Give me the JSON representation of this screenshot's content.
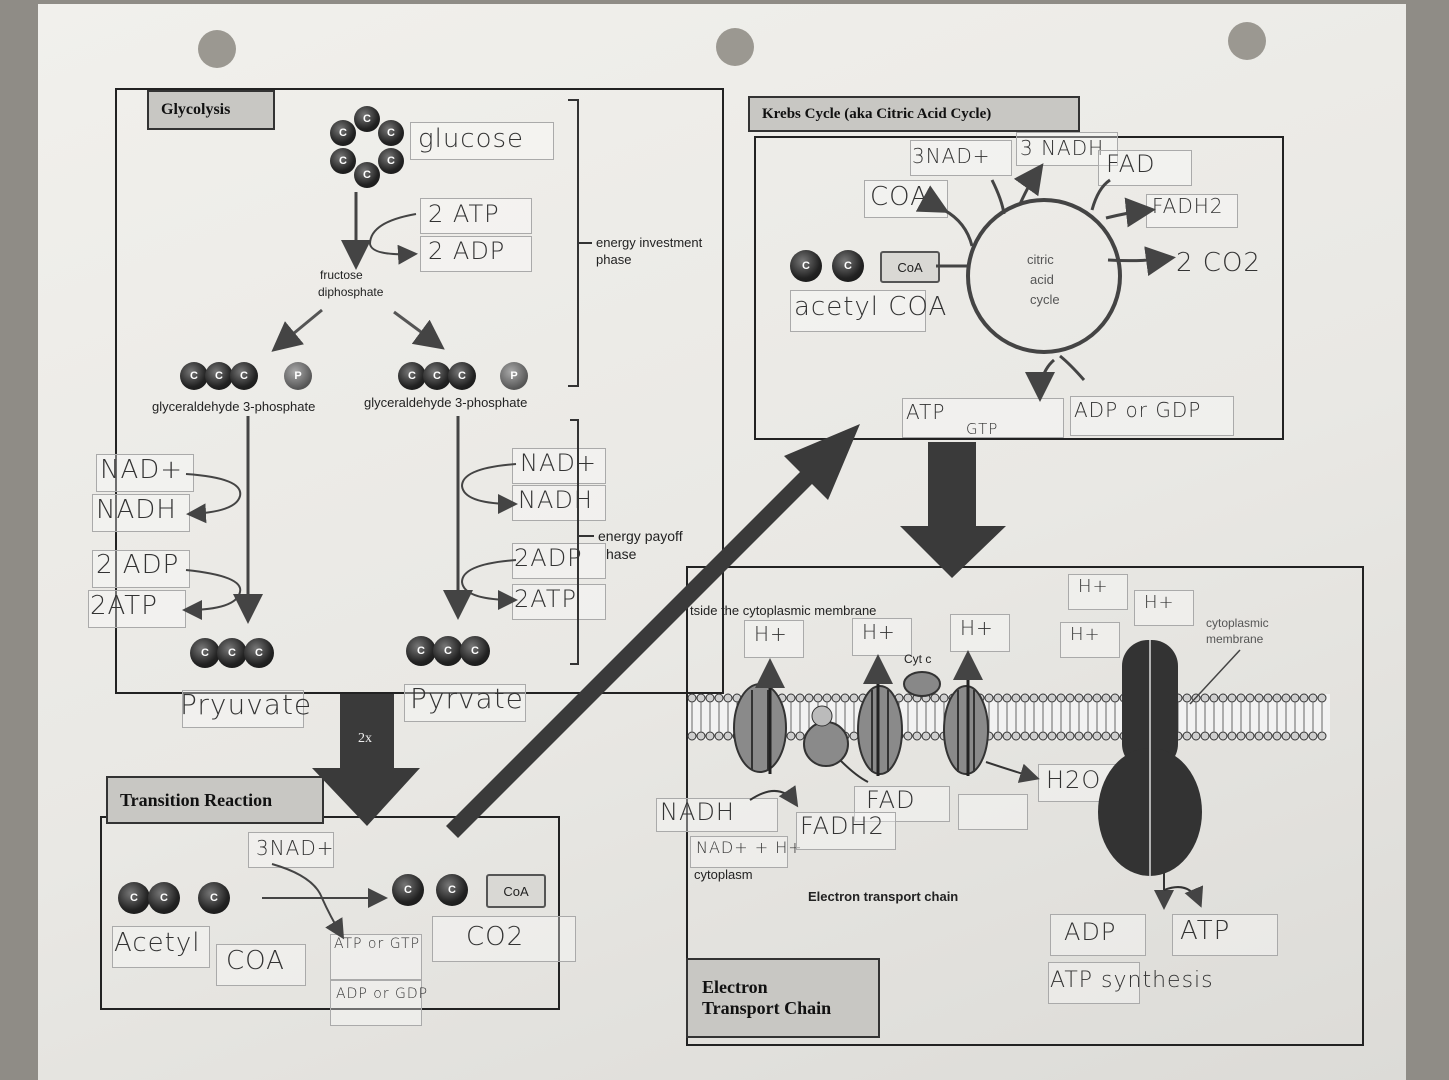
{
  "glycolysis": {
    "title": "Glycolysis",
    "glucose": "glucose",
    "atp_in": "2 ATP",
    "adp_out": "2 ADP",
    "fructose": "fructose",
    "diphosphate": "diphosphate",
    "investment": "energy investment",
    "investment2": "phase",
    "g3p_left": "glyceraldehyde 3-phosphate",
    "g3p_right": "glyceraldehyde 3-phosphate",
    "nad_left": "NAD+",
    "nadh_left": "NADH",
    "adp_left": "2 ADP",
    "atp_left": "2ATP",
    "nad_right": "NAD+",
    "nadh_right": "NADH",
    "adp_right": "2ADP",
    "atp_right": "2ATP",
    "payoff": "energy payoff",
    "payoff2": "hase",
    "pyruvate_left": "Pryuvate",
    "pyruvate_right": "Pyrvate",
    "times": "2x",
    "c": "C",
    "p": "P"
  },
  "krebs": {
    "title": "Krebs Cycle (aka Citric Acid Cycle)",
    "nad": "3NAD+",
    "nadh": "3 NADH",
    "fad": "FAD",
    "fadh2": "FADH2",
    "coa_hw": "COA",
    "co2": "2 CO2",
    "coa_label": "CoA",
    "acetyl": "acetyl COA",
    "citric1": "citric",
    "citric2": "acid",
    "citric3": "cycle",
    "atp": "ATP",
    "gtp": "GTP",
    "adp": "ADP or GDP"
  },
  "transition": {
    "title": "Transition Reaction",
    "nad": "3NAD+",
    "acetyl": "Acetyl",
    "coa": "COA",
    "atp_gtp": "ATP or GTP",
    "adp_gdp": "ADP or GDP",
    "co2": "CO2",
    "coa_label": "CoA"
  },
  "etc": {
    "title1": "Electron",
    "title2": "Transport Chain",
    "outside": "tside the cytoplasmic membrane",
    "h": "H+",
    "cytc": "Cyt c",
    "cyto_membrane1": "cytoplasmic",
    "cyto_membrane2": "membrane",
    "nadh": "NADH",
    "nad_h": "NAD+ + H+",
    "fad": "FAD",
    "fadh2": "FADH2",
    "h2o": "H2O",
    "cytoplasm": "cytoplasm",
    "chain": "Electron transport chain",
    "adp": "ADP",
    "atp": "ATP",
    "synthesis": "ATP synthesis"
  }
}
